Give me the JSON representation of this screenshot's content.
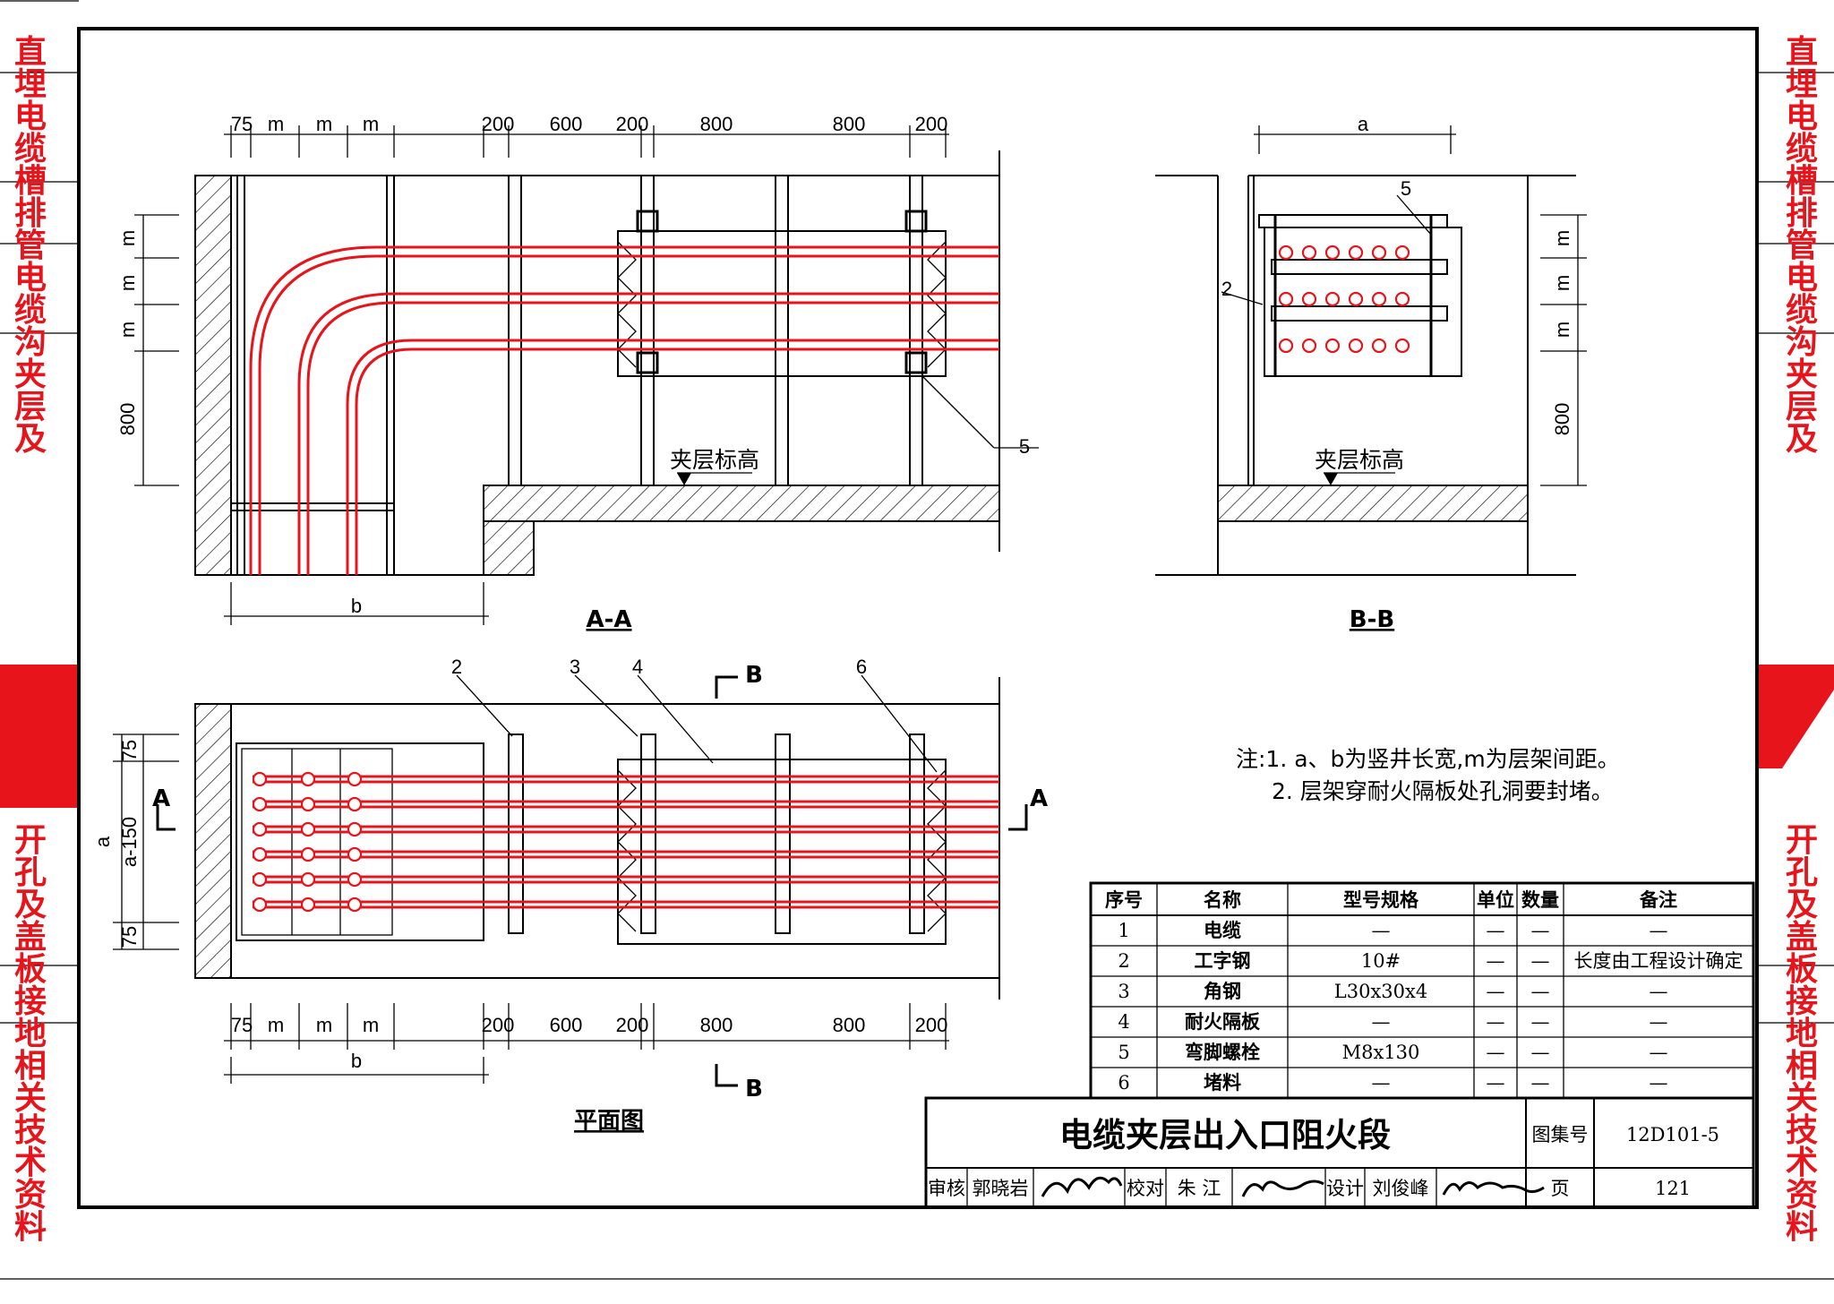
{
  "side_nav": {
    "left_top": [
      "直埋",
      "电缆槽排管",
      "电缆沟",
      "夹层及"
    ],
    "left_bottom": [
      "开孔及盖板",
      "接地",
      "相关技术资料"
    ],
    "right_top": [
      "直埋",
      "电缆槽排管",
      "电缆沟",
      "夹层及"
    ],
    "right_bottom": [
      "开孔及盖板",
      "接地",
      "相关技术资料"
    ]
  },
  "views": {
    "aa": {
      "caption": "A-A",
      "label_elevation": "夹层标高",
      "dims_top": [
        "75",
        "m",
        "m",
        "m",
        "200",
        "600",
        "200",
        "800",
        "800",
        "200"
      ],
      "dims_left": [
        "m",
        "m",
        "m",
        "800"
      ],
      "dim_bottom": "b",
      "callout_5": "5"
    },
    "bb": {
      "caption": "B-B",
      "label_elevation": "夹层标高",
      "dim_top": "a",
      "dims_right": [
        "m",
        "m",
        "m",
        "800"
      ],
      "callout_2": "2",
      "callout_5": "5"
    },
    "plan": {
      "caption": "平面图",
      "section_a_left": "A",
      "section_a_right": "A",
      "section_b_top": "B",
      "section_b_bottom": "B",
      "dims_bottom": [
        "75",
        "m",
        "m",
        "m",
        "200",
        "600",
        "200",
        "800",
        "800",
        "200"
      ],
      "dim_b": "b",
      "dims_left": [
        "75",
        "a",
        "a-150",
        "75"
      ],
      "callouts": [
        "2",
        "3",
        "4",
        "6"
      ]
    }
  },
  "notes": {
    "line1": "注:1. a、b为竖井长宽,m为层架间距。",
    "line2": "2. 层架穿耐火隔板处孔洞要封堵。"
  },
  "parts_table": {
    "headers": [
      "序号",
      "名称",
      "型号规格",
      "单位",
      "数量",
      "备注"
    ],
    "rows": [
      [
        "1",
        "电缆",
        "—",
        "—",
        "—",
        "—"
      ],
      [
        "2",
        "工字钢",
        "10#",
        "—",
        "—",
        "长度由工程设计确定"
      ],
      [
        "3",
        "角钢",
        "L30x30x4",
        "—",
        "—",
        "—"
      ],
      [
        "4",
        "耐火隔板",
        "—",
        "—",
        "—",
        "—"
      ],
      [
        "5",
        "弯脚螺栓",
        "M8x130",
        "—",
        "—",
        "—"
      ],
      [
        "6",
        "堵料",
        "—",
        "—",
        "—",
        "—"
      ]
    ]
  },
  "title_block": {
    "title": "电缆夹层出入口阻火段",
    "atlas_label": "图集号",
    "atlas_no": "12D101-5",
    "page_label": "页",
    "page_no": "121",
    "review_label": "审核",
    "reviewer": "郭晓岩",
    "check_label": "校对",
    "checker": "朱 江",
    "design_label": "设计",
    "designer": "刘俊峰"
  },
  "colors": {
    "accent": "#e8141b",
    "line": "#000000"
  }
}
